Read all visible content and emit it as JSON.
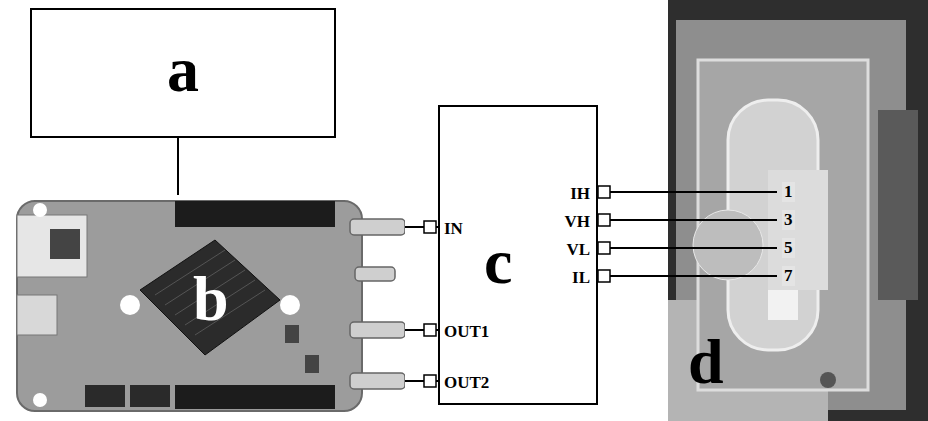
{
  "diagram": {
    "nodes": [
      {
        "text": [
          "a"
        ]
      },
      {
        "text": [
          "b"
        ]
      },
      {
        "text": [
          "c",
          "IN",
          "OUT1",
          "OUT2",
          "IH",
          "VH",
          "VL",
          "IL"
        ]
      },
      {
        "text": [
          "d"
        ]
      }
    ],
    "edges": [
      {
        "from": 0,
        "to": 1,
        "arrow": "none"
      },
      {
        "from": 1,
        "to": 2,
        "arrow": "none"
      },
      {
        "from": 1,
        "to": 2,
        "arrow": "none"
      },
      {
        "from": 1,
        "to": 2,
        "arrow": "none"
      },
      {
        "from": 2,
        "to": 3,
        "arrow": "none"
      },
      {
        "from": 2,
        "to": 3,
        "arrow": "none"
      },
      {
        "from": 2,
        "to": 3,
        "arrow": "none"
      },
      {
        "from": 2,
        "to": 3,
        "arrow": "none"
      }
    ],
    "labels": [
      "1",
      "3",
      "5",
      "7"
    ]
  }
}
